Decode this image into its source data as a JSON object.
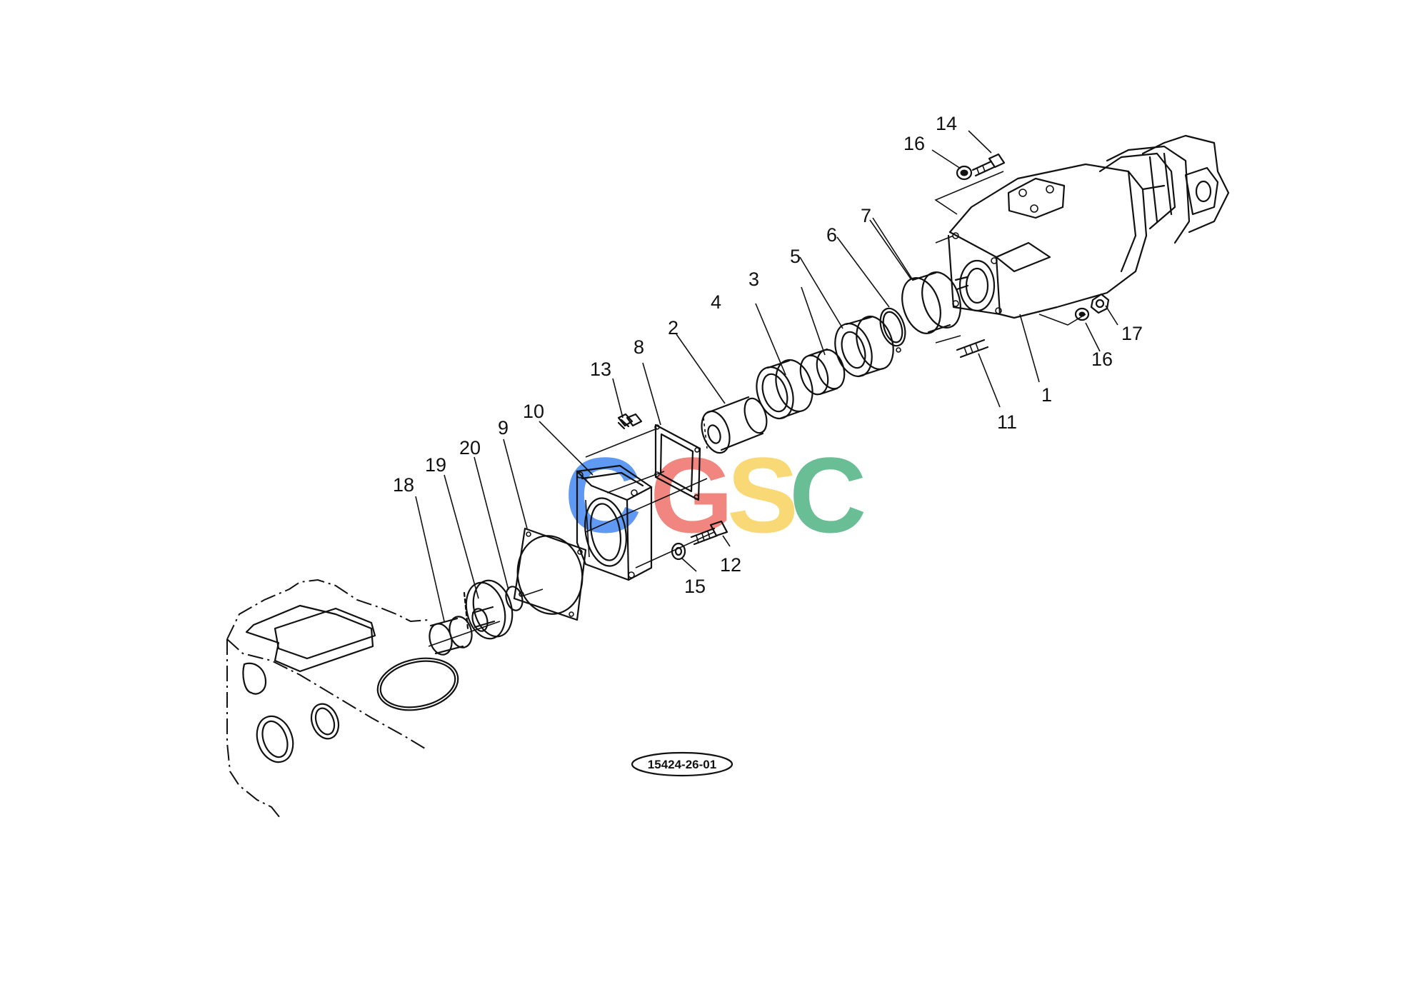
{
  "diagram": {
    "drawing_code": "15424-26-01",
    "watermark": {
      "letters": [
        {
          "char": "C",
          "color": "#4e8ff2"
        },
        {
          "char": "G",
          "color": "#f07a73"
        },
        {
          "char": "S",
          "color": "#f8d568"
        },
        {
          "char": "C",
          "color": "#5ab88a"
        }
      ]
    },
    "callouts": [
      {
        "id": "c1",
        "text": "1"
      },
      {
        "id": "c2",
        "text": "2"
      },
      {
        "id": "c3",
        "text": "3"
      },
      {
        "id": "c4",
        "text": "4"
      },
      {
        "id": "c5",
        "text": "5"
      },
      {
        "id": "c6",
        "text": "6"
      },
      {
        "id": "c7",
        "text": "7"
      },
      {
        "id": "c8",
        "text": "8"
      },
      {
        "id": "c9",
        "text": "9"
      },
      {
        "id": "c10",
        "text": "10"
      },
      {
        "id": "c11",
        "text": "11"
      },
      {
        "id": "c12",
        "text": "12"
      },
      {
        "id": "c13",
        "text": "13"
      },
      {
        "id": "c14",
        "text": "14"
      },
      {
        "id": "c15",
        "text": "15"
      },
      {
        "id": "c16a",
        "text": "16"
      },
      {
        "id": "c16b",
        "text": "16"
      },
      {
        "id": "c17",
        "text": "17"
      },
      {
        "id": "c18",
        "text": "18"
      },
      {
        "id": "c19",
        "text": "19"
      },
      {
        "id": "c20",
        "text": "20"
      }
    ]
  }
}
